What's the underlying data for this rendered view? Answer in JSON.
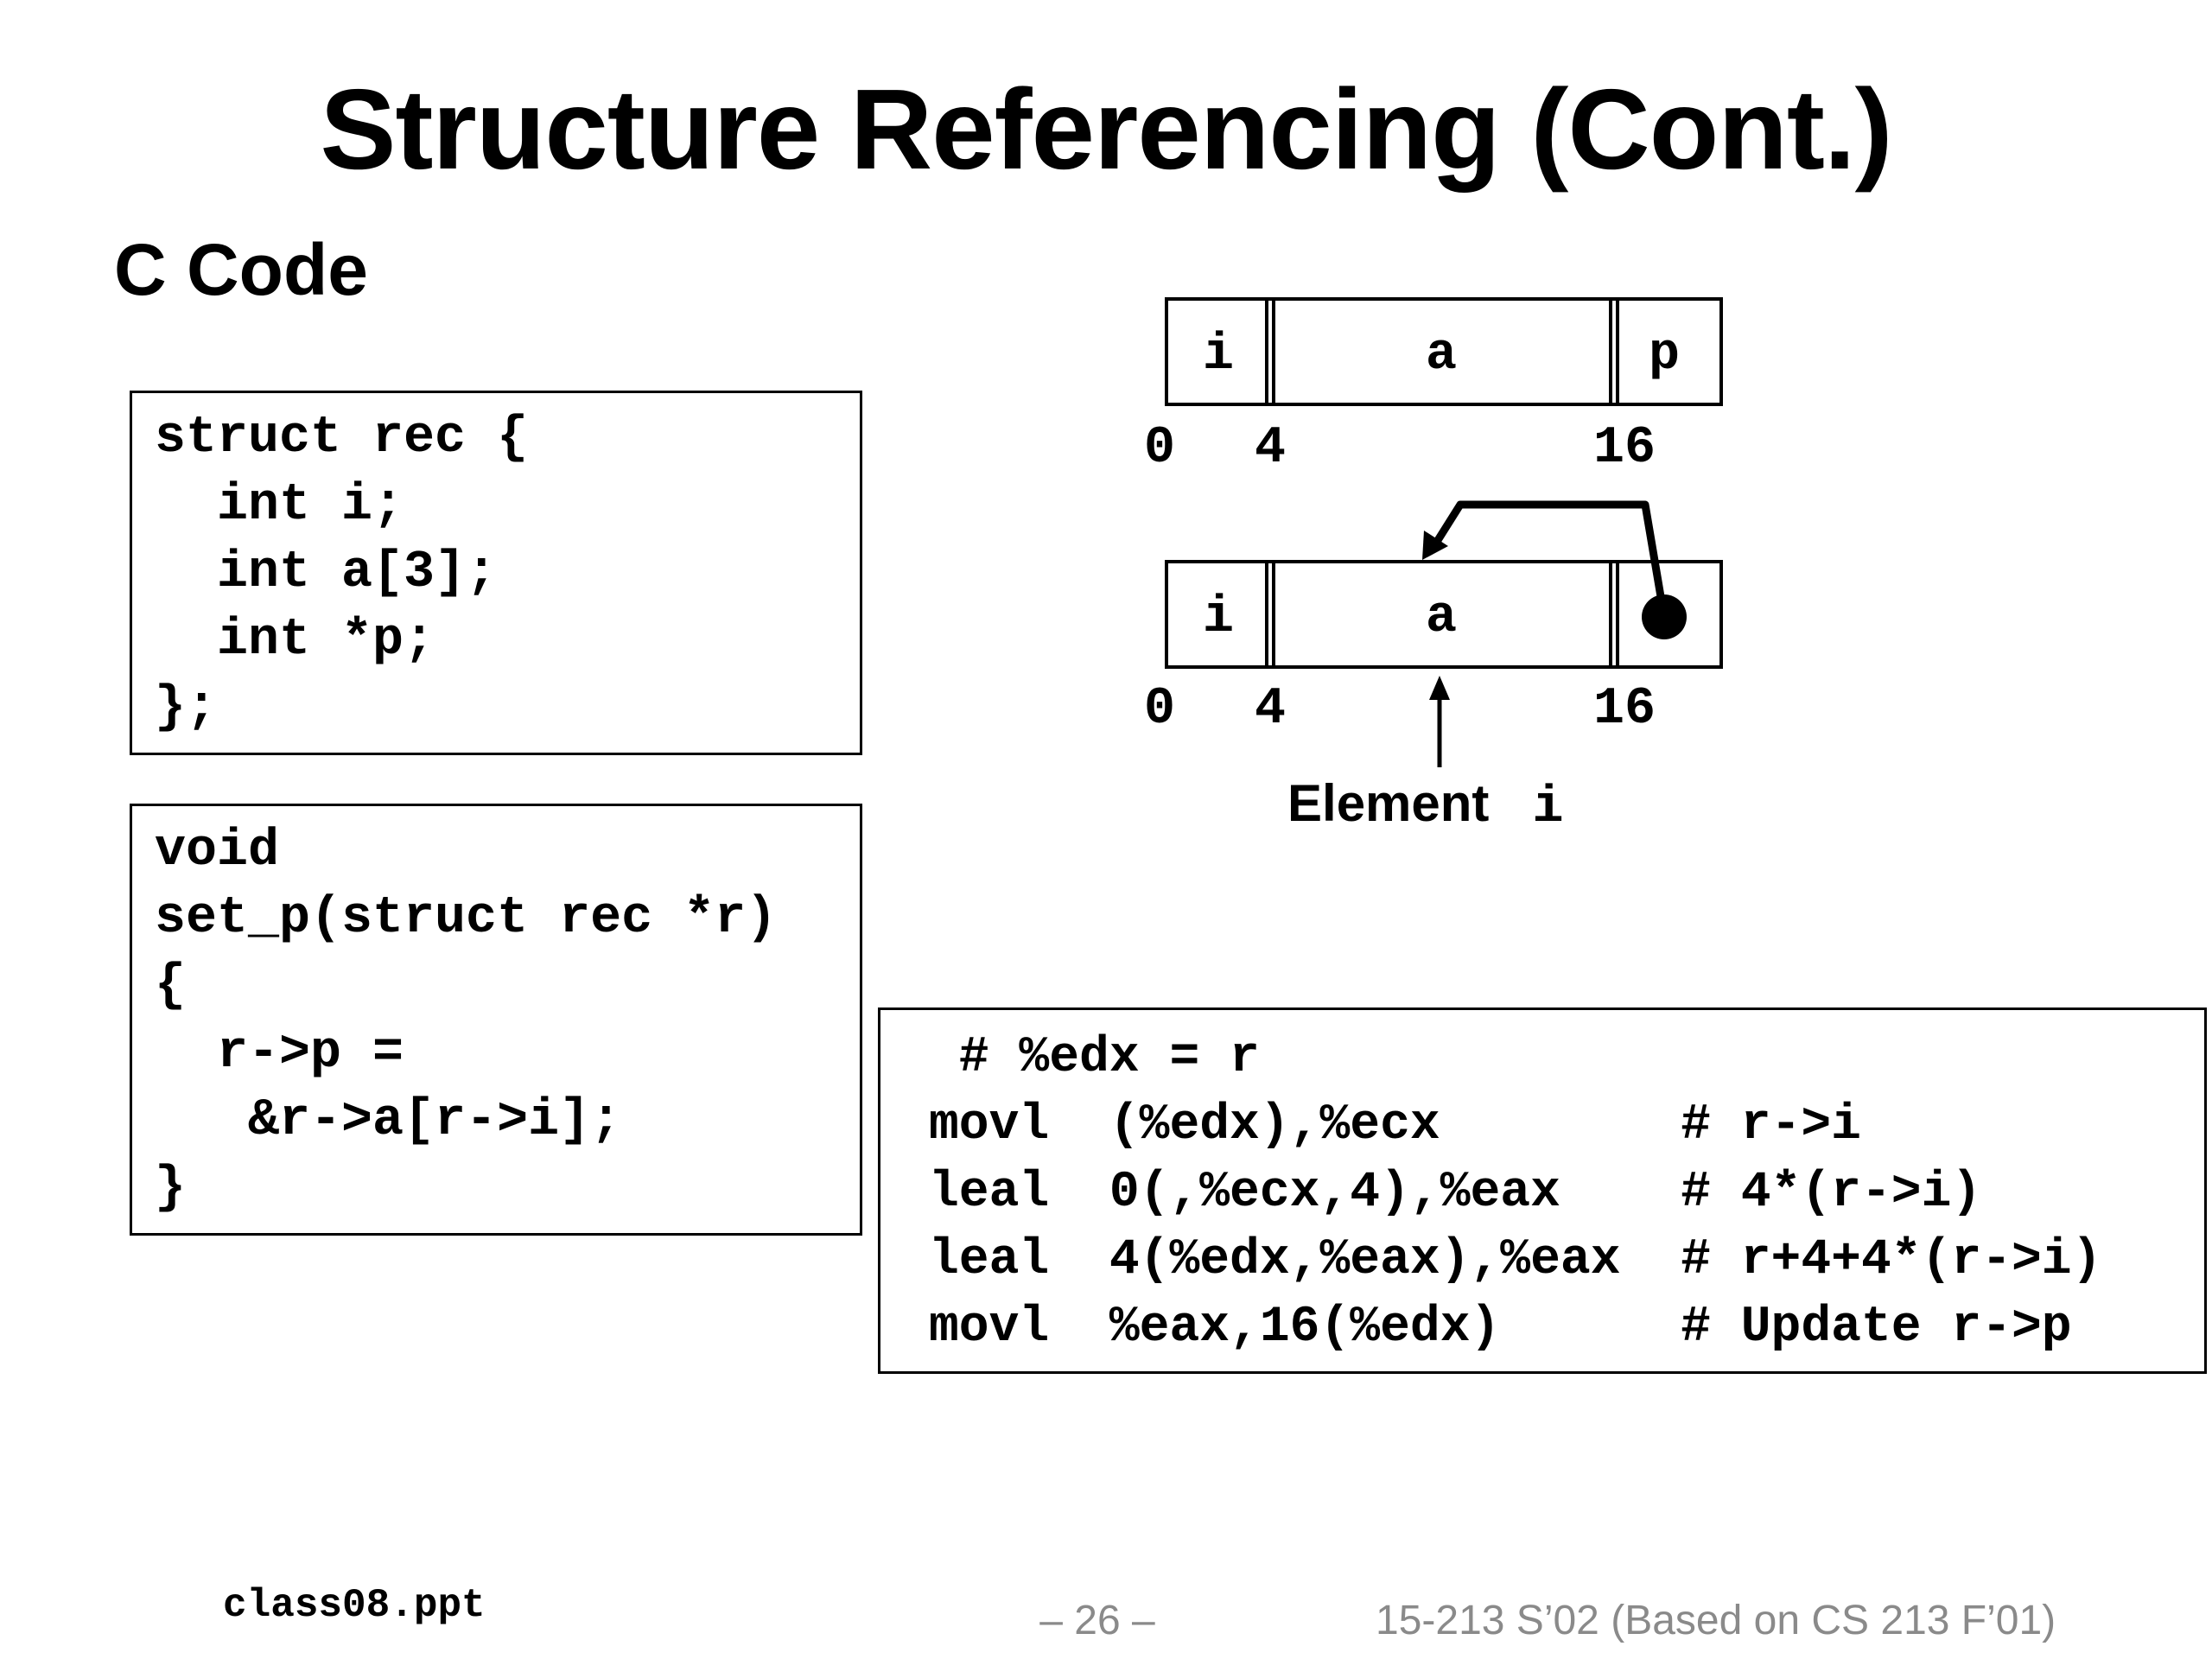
{
  "slide": {
    "title": "Structure Referencing (Cont.)",
    "section_heading": "C Code"
  },
  "struct_code": {
    "lines": [
      "struct rec {",
      "  int i;",
      "  int a[3];",
      "  int *p;",
      "};"
    ]
  },
  "func_code": {
    "lines": [
      "void",
      "set_p(struct rec *r)",
      "{",
      "  r->p =",
      "   &r->a[r->i];",
      "}"
    ]
  },
  "asm_code": {
    "lines": [
      " # %edx = r",
      "movl  (%edx),%ecx        # r->i",
      "leal  0(,%ecx,4),%eax    # 4*(r->i)",
      "leal  4(%edx,%eax),%eax  # r+4+4*(r->i)",
      "movl  %eax,16(%edx)      # Update r->p"
    ]
  },
  "diagram": {
    "top": {
      "fields": [
        "i",
        "a",
        "p"
      ],
      "offsets": [
        "0",
        "4",
        "16"
      ]
    },
    "bottom": {
      "fields": [
        "i",
        "a"
      ],
      "offsets": [
        "0",
        "4",
        "16"
      ]
    },
    "element_label_word": "Element",
    "element_label_var": "i"
  },
  "footer": {
    "left": "class08.ppt",
    "center": "– 26 –",
    "right": "15-213 S’02 (Based on CS 213 F’01)"
  }
}
